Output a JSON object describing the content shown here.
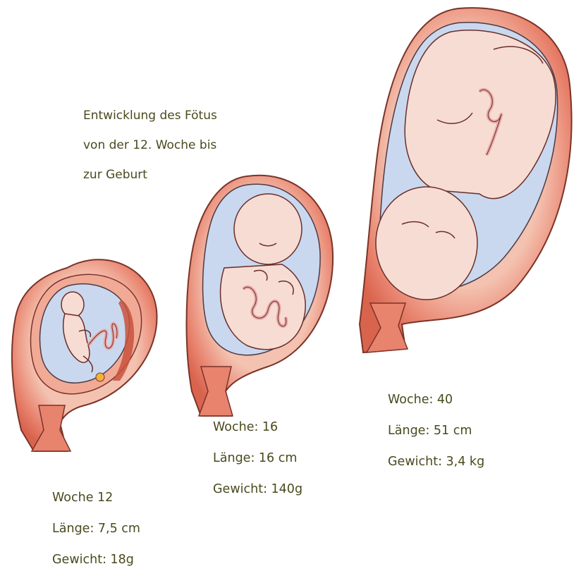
{
  "title": {
    "line1": "Entwicklung des Fötus",
    "line2": "von der 12. Woche bis",
    "line3": "zur Geburt"
  },
  "stages": [
    {
      "week": "Woche 12",
      "length": "Länge: 7,5 cm",
      "weight": "Gewicht: 18g"
    },
    {
      "week": "Woche: 16",
      "length": "Länge: 16 cm",
      "weight": "Gewicht: 140g"
    },
    {
      "week": "Woche: 40",
      "length": "Länge: 51 cm",
      "weight": "Gewicht: 3,4 kg"
    }
  ],
  "colors": {
    "uterus_wall": "#e8836e",
    "uterus_inner": "#f2b9a6",
    "uterus_dark": "#c9523d",
    "amniotic_fluid": "#c9d8ee",
    "skin": "#f7dcd3",
    "skin_line": "#6a2e2a",
    "cord": "#e9aaa8",
    "yolk": "#f3b23a",
    "text": "#4a4a1e"
  }
}
